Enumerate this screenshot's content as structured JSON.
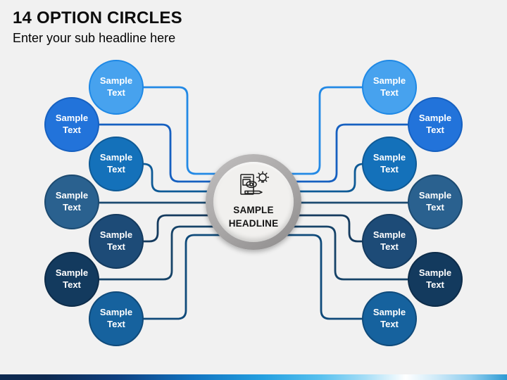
{
  "slide": {
    "title": "14 OPTION CIRCLES",
    "subtitle": "Enter your sub headline here",
    "background_color": "#f1f1f1"
  },
  "center": {
    "headline_line1": "SAMPLE",
    "headline_line2": "HEADLINE",
    "icon": "document-eye-pencil-lightbulb-icon",
    "ring_color": "#a8a6a6",
    "fill_color": "#f1f0ee",
    "icon_color": "#1c1c1c"
  },
  "options": [
    {
      "id": 1,
      "position": "left-1",
      "line1": "Sample",
      "line2": "Text",
      "fill": "#47A2EE",
      "border": "#1E88E5"
    },
    {
      "id": 2,
      "position": "left-2",
      "line1": "Sample",
      "line2": "Text",
      "fill": "#2273DA",
      "border": "#1660C0"
    },
    {
      "id": 3,
      "position": "left-3",
      "line1": "Sample",
      "line2": "Text",
      "fill": "#1471BA",
      "border": "#0E5A96"
    },
    {
      "id": 4,
      "position": "left-4",
      "line1": "Sample",
      "line2": "Text",
      "fill": "#2A618F",
      "border": "#1C4A70"
    },
    {
      "id": 5,
      "position": "left-5",
      "line1": "Sample",
      "line2": "Text",
      "fill": "#1D4B77",
      "border": "#143A5E"
    },
    {
      "id": 6,
      "position": "left-6",
      "line1": "Sample",
      "line2": "Text",
      "fill": "#133A5E",
      "border": "#0D2C49"
    },
    {
      "id": 7,
      "position": "left-7",
      "line1": "Sample",
      "line2": "Text",
      "fill": "#16629E",
      "border": "#0F4A7A"
    },
    {
      "id": 8,
      "position": "right-1",
      "line1": "Sample",
      "line2": "Text",
      "fill": "#47A2EE",
      "border": "#1E88E5"
    },
    {
      "id": 9,
      "position": "right-2",
      "line1": "Sample",
      "line2": "Text",
      "fill": "#2273DA",
      "border": "#1660C0"
    },
    {
      "id": 10,
      "position": "right-3",
      "line1": "Sample",
      "line2": "Text",
      "fill": "#1471BA",
      "border": "#0E5A96"
    },
    {
      "id": 11,
      "position": "right-4",
      "line1": "Sample",
      "line2": "Text",
      "fill": "#2A618F",
      "border": "#1C4A70"
    },
    {
      "id": 12,
      "position": "right-5",
      "line1": "Sample",
      "line2": "Text",
      "fill": "#1D4B77",
      "border": "#143A5E"
    },
    {
      "id": 13,
      "position": "right-6",
      "line1": "Sample",
      "line2": "Text",
      "fill": "#133A5E",
      "border": "#0D2C49"
    },
    {
      "id": 14,
      "position": "right-7",
      "line1": "Sample",
      "line2": "Text",
      "fill": "#16629E",
      "border": "#0F4A7A"
    }
  ],
  "connectors": [
    {
      "pair": 1,
      "color": "#2389E5"
    },
    {
      "pair": 2,
      "color": "#1660C0"
    },
    {
      "pair": 3,
      "color": "#0E5A96"
    },
    {
      "pair": 4,
      "color": "#1C4A70"
    },
    {
      "pair": 5,
      "color": "#143A5E"
    },
    {
      "pair": 6,
      "color": "#164368"
    },
    {
      "pair": 7,
      "color": "#0F4A7A"
    }
  ],
  "footer": {
    "gradient_colors": [
      "#0d2950",
      "#0e3f7f",
      "#1173c0",
      "#25a0e0",
      "#57c0ee",
      "#ffffff",
      "#8ecdee",
      "#2e9ad3"
    ]
  }
}
